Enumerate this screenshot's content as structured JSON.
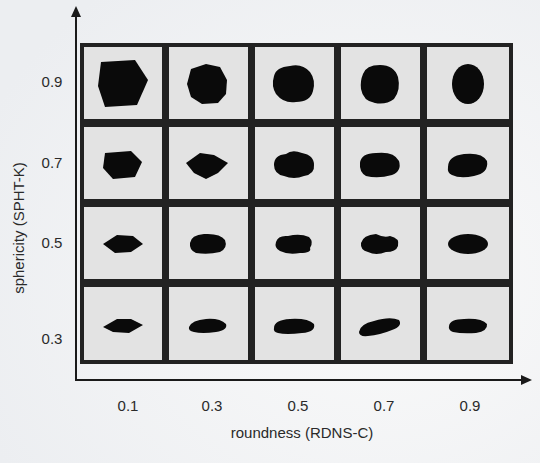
{
  "diagram": {
    "labels": [
      "0.9",
      "0.7",
      "0.5",
      "0.3",
      "sphericity (SPHT-K)",
      "0.1",
      "0.3",
      "0.5",
      "0.7",
      "0.9",
      "roundness (RDNS-C)"
    ]
  }
}
